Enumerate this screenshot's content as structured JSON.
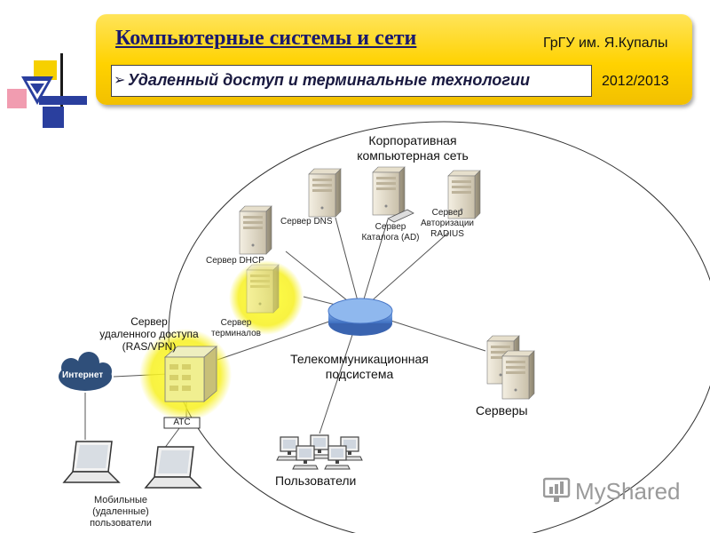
{
  "header": {
    "title": "Компьютерные системы и сети",
    "university": "ГрГУ им. Я.Купалы",
    "subtitle": "Удаленный доступ и терминальные технологии",
    "year": "2012/2013"
  },
  "diagram": {
    "network_title_line1": "Корпоративная",
    "network_title_line2": "компьютерная сеть",
    "dns_server": "Сервер DNS",
    "catalog_server_line1": "Сервер",
    "catalog_server_line2": "Каталога (AD)",
    "auth_server_line1": "Сервер",
    "auth_server_line2": "Авторизации",
    "auth_server_line3": "RADIUS",
    "dhcp_server": "Сервер DHCP",
    "terminal_server_line1": "Сервер",
    "terminal_server_line2": "терминалов",
    "remote_server_line1": "Сервер",
    "remote_server_line2": "удаленного доступа",
    "remote_server_line3": "(RAS/VPN)",
    "internet": "Интернет",
    "atc": "АТС",
    "telecom_line1": "Телекоммуникационная",
    "telecom_line2": "подсистема",
    "servers": "Серверы",
    "users": "Пользователи",
    "mobile_line1": "Мобильные",
    "mobile_line2": "(удаленные)",
    "mobile_line3": "пользователи"
  },
  "watermark": {
    "text": "MyShared"
  },
  "colors": {
    "header": "#ffd200",
    "title": "#1a1a6e",
    "highlight": "#f5f000",
    "hub": "#5b8fd6"
  }
}
